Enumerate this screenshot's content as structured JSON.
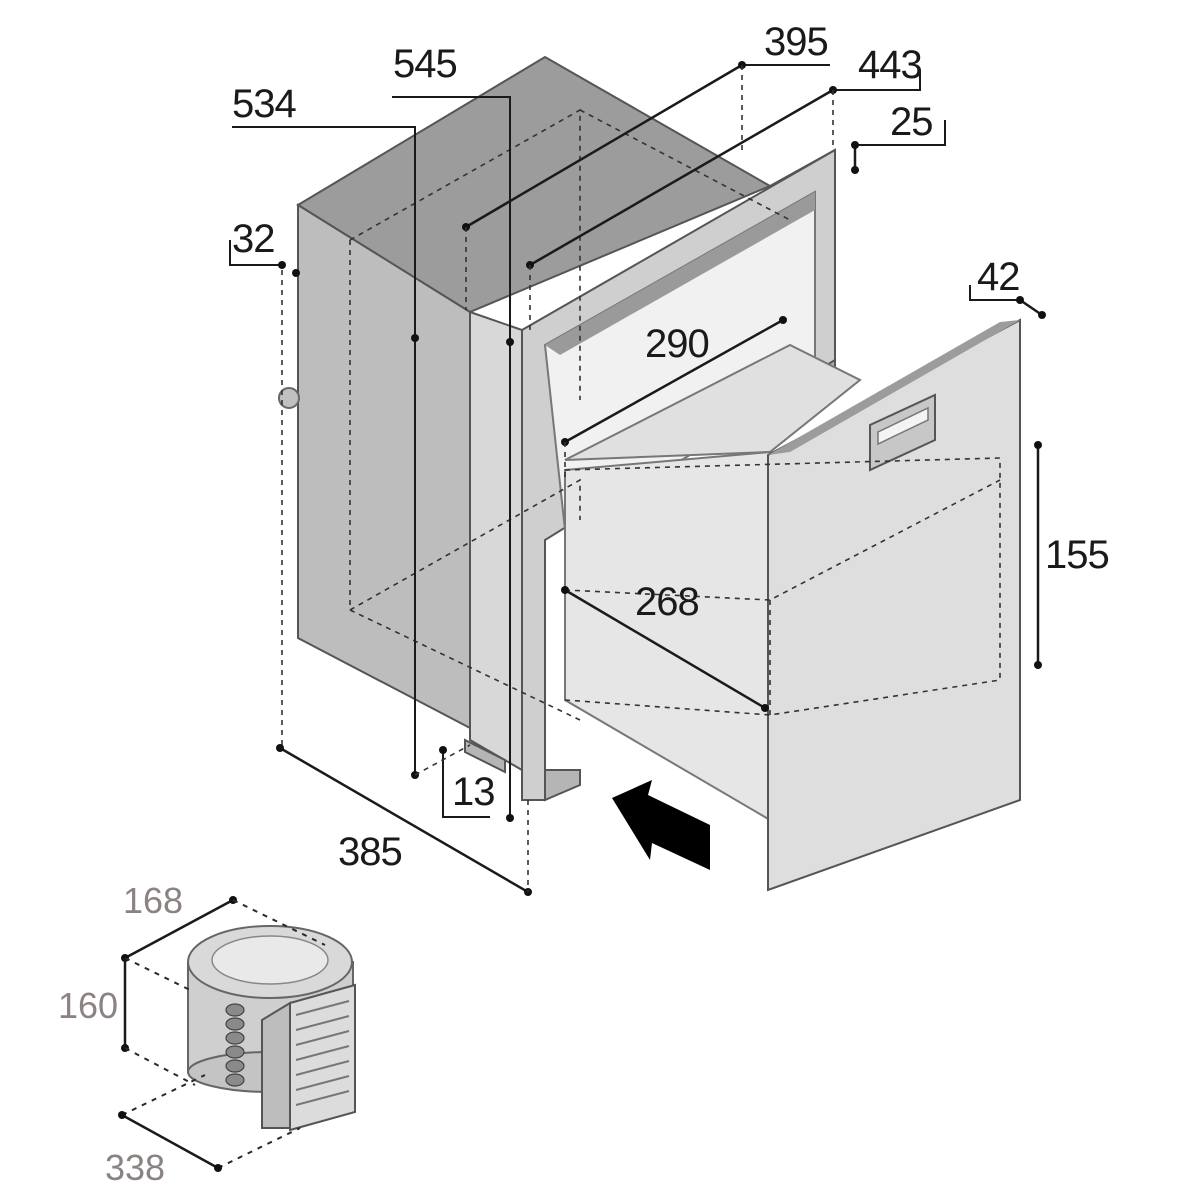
{
  "dimensions": {
    "height_534": "534",
    "height_545": "545",
    "width_395": "395",
    "width_443": "443",
    "flange_25": "25",
    "offset_32": "32",
    "drawer_depth_42": "42",
    "inner_width_290": "290",
    "inner_width_268": "268",
    "drawer_height_155": "155",
    "base_13": "13",
    "depth_385": "385"
  },
  "compressor_dimensions": {
    "width_168": "168",
    "height_160": "160",
    "depth_338": "338"
  },
  "colors": {
    "cabinet_top": "#9c9c9c",
    "cabinet_side": "#bdbdbd",
    "cabinet_front": "#d4d4d4",
    "drawer": "#e2e2e2",
    "compressor": "#cfcfcf",
    "arrow": "#000000"
  }
}
